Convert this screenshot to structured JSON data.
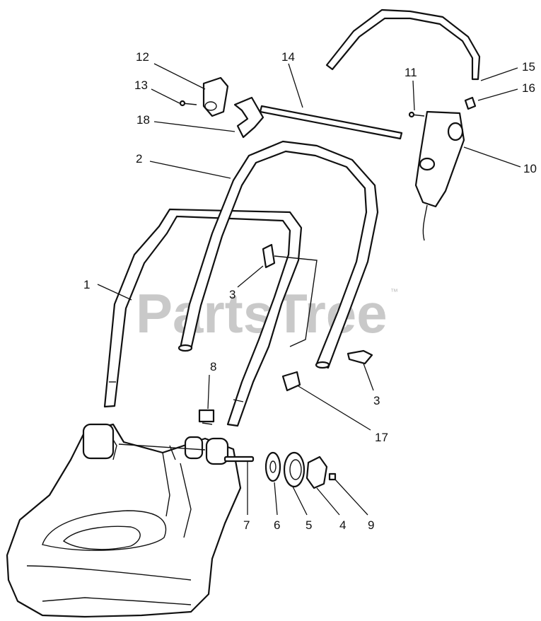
{
  "watermark": {
    "text": "PartsTree",
    "trademark": "™"
  },
  "callouts": [
    {
      "id": "c1",
      "label": "1"
    },
    {
      "id": "c2",
      "label": "2"
    },
    {
      "id": "c3a",
      "label": "3"
    },
    {
      "id": "c3b",
      "label": "3"
    },
    {
      "id": "c4",
      "label": "4"
    },
    {
      "id": "c5",
      "label": "5"
    },
    {
      "id": "c6",
      "label": "6"
    },
    {
      "id": "c7",
      "label": "7"
    },
    {
      "id": "c8",
      "label": "8"
    },
    {
      "id": "c9",
      "label": "9"
    },
    {
      "id": "c10",
      "label": "10"
    },
    {
      "id": "c11",
      "label": "11"
    },
    {
      "id": "c12",
      "label": "12"
    },
    {
      "id": "c13",
      "label": "13"
    },
    {
      "id": "c14",
      "label": "14"
    },
    {
      "id": "c15",
      "label": "15"
    },
    {
      "id": "c16",
      "label": "16"
    },
    {
      "id": "c17",
      "label": "17"
    },
    {
      "id": "c18",
      "label": "18"
    }
  ]
}
